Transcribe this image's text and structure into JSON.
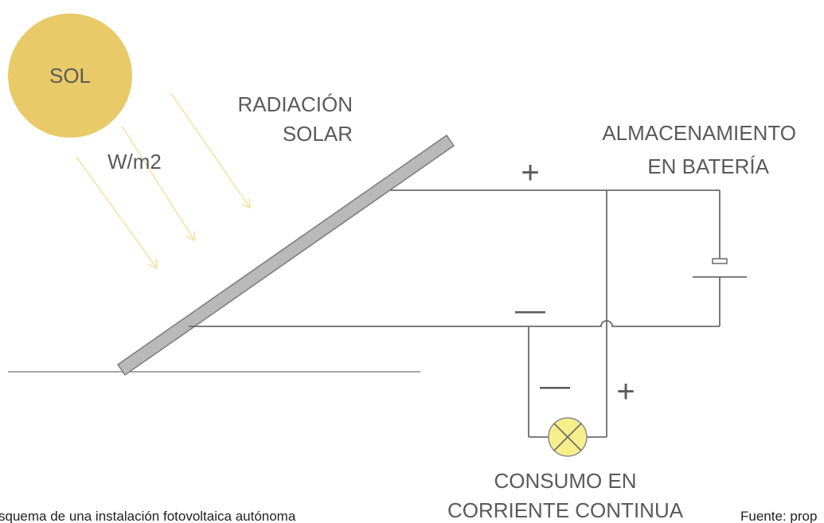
{
  "sun": {
    "label": "SOL",
    "color": "#e9ca68"
  },
  "radiation": {
    "line1": "RADIACIÓN",
    "line2": "SOLAR",
    "unit": "W/m2",
    "ray_color": "#f3e3a4"
  },
  "battery": {
    "line1": "ALMACENAMIENTO",
    "line2": "EN BATERÍA"
  },
  "load": {
    "line1": "CONSUMO EN",
    "line2": "CORRIENTE CONTINUA",
    "lamp_color": "#f6ef8c"
  },
  "panel": {
    "color": "#b9b9b9"
  },
  "polarity": {
    "plus": "+",
    "minus": "—"
  },
  "caption": {
    "left": "squema de una instalación fotovoltaica autónoma",
    "right": "Fuente: prop"
  }
}
